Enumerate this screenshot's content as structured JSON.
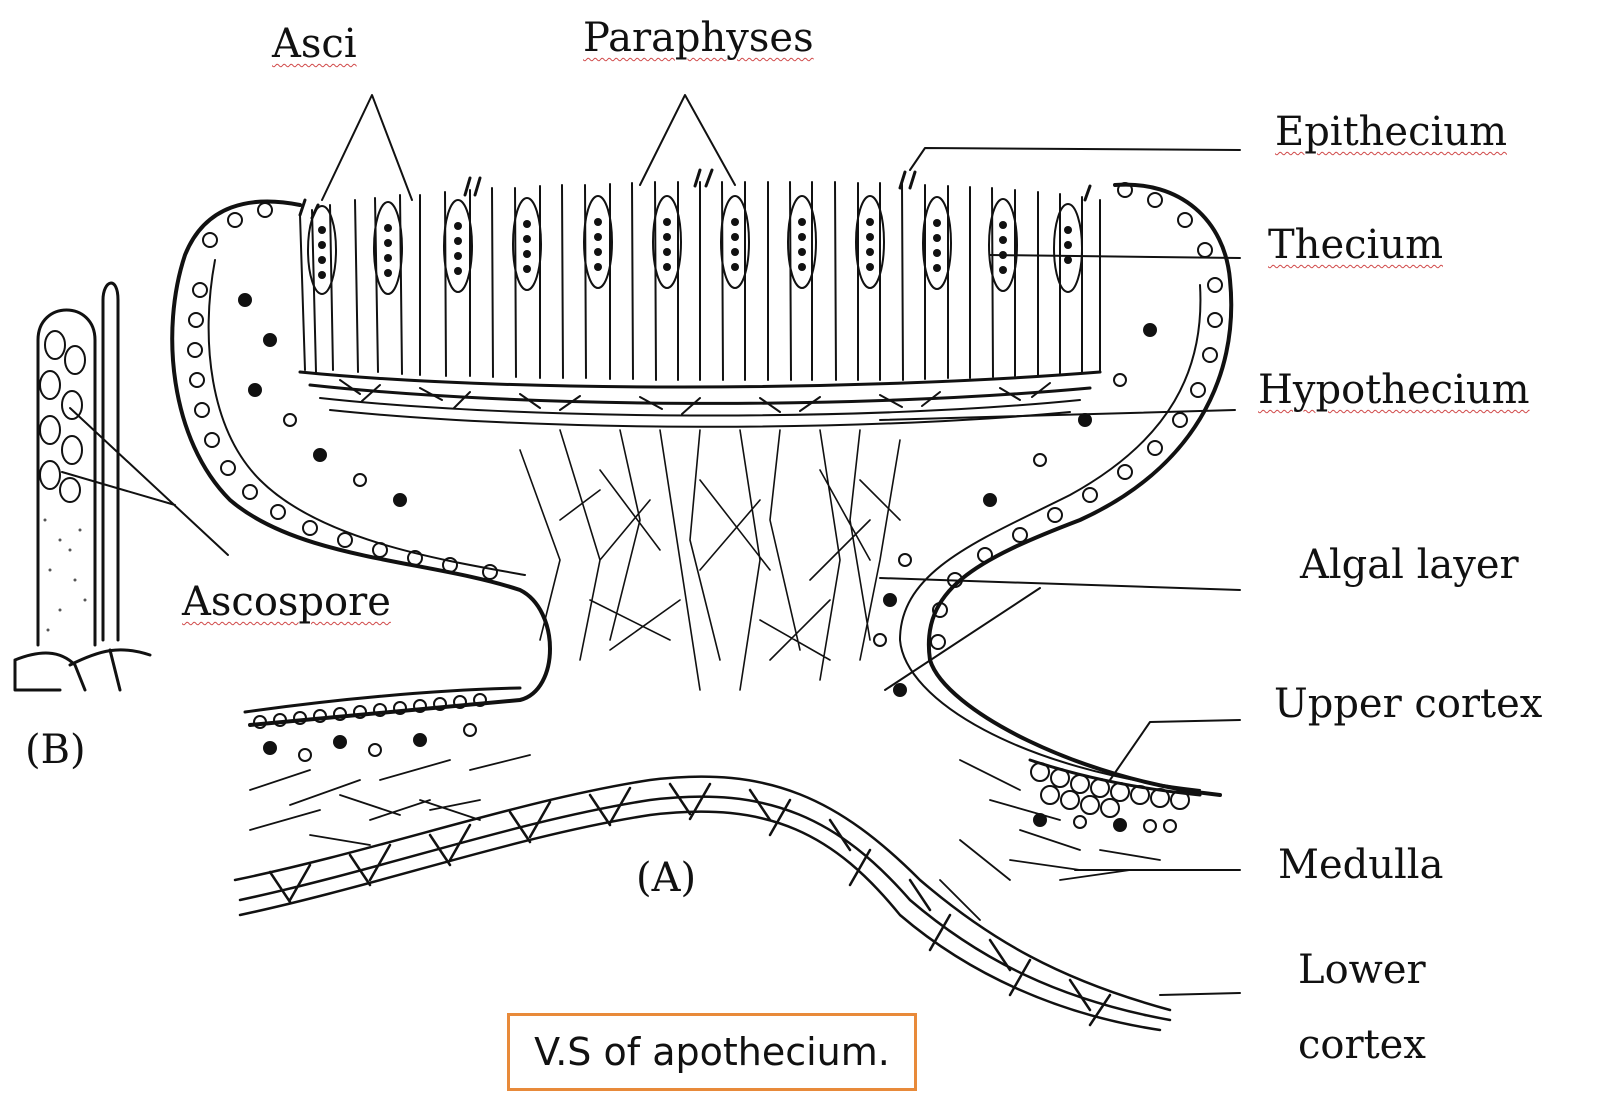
{
  "labels": {
    "asci": "Asci",
    "paraphyses": "Paraphyses",
    "epithecium": "Epithecium",
    "thecium": "Thecium",
    "hypothecium": "Hypothecium",
    "algal_layer": "Algal layer",
    "upper_cortex": "Upper cortex",
    "medulla": "Medulla",
    "lower_cortex_line1": "Lower",
    "lower_cortex_line2": "cortex",
    "ascospore": "Ascospore",
    "figure_a": "(A)",
    "figure_b": "(B)"
  },
  "caption": "V.S of apothecium.",
  "colors": {
    "line": "#111111",
    "caption_border": "#e88a3a",
    "spellcheck_underline": "#d04848"
  }
}
